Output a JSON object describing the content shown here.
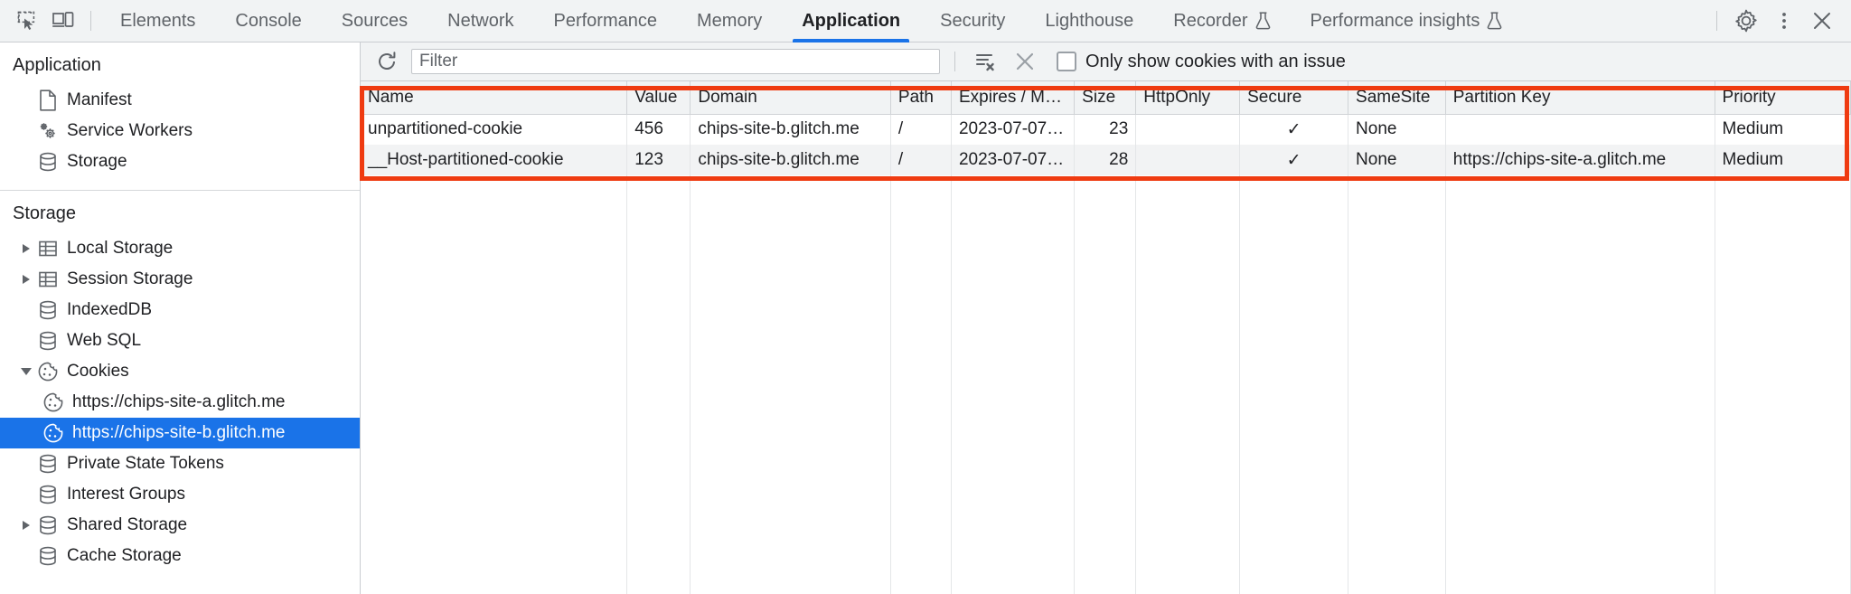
{
  "toolbar": {
    "inspect_icon": "inspect-element-icon",
    "device_icon": "device-toolbar-icon",
    "tabs": [
      {
        "label": "Elements",
        "active": false,
        "experimental": false
      },
      {
        "label": "Console",
        "active": false,
        "experimental": false
      },
      {
        "label": "Sources",
        "active": false,
        "experimental": false
      },
      {
        "label": "Network",
        "active": false,
        "experimental": false
      },
      {
        "label": "Performance",
        "active": false,
        "experimental": false
      },
      {
        "label": "Memory",
        "active": false,
        "experimental": false
      },
      {
        "label": "Application",
        "active": true,
        "experimental": false
      },
      {
        "label": "Security",
        "active": false,
        "experimental": false
      },
      {
        "label": "Lighthouse",
        "active": false,
        "experimental": false
      },
      {
        "label": "Recorder",
        "active": false,
        "experimental": true
      },
      {
        "label": "Performance insights",
        "active": false,
        "experimental": true
      }
    ],
    "settings_icon": "gear-icon",
    "more_icon": "kebab-menu-icon",
    "close_icon": "close-icon"
  },
  "sidebar": {
    "sections": [
      {
        "title": "Application",
        "items": [
          {
            "label": "Manifest",
            "icon": "manifest-document-icon",
            "indent": 2,
            "arrow": "none",
            "selected": false
          },
          {
            "label": "Service Workers",
            "icon": "service-workers-gears-icon",
            "indent": 2,
            "arrow": "none",
            "selected": false
          },
          {
            "label": "Storage",
            "icon": "database-icon",
            "indent": 2,
            "arrow": "none",
            "selected": false
          }
        ]
      },
      {
        "title": "Storage",
        "items": [
          {
            "label": "Local Storage",
            "icon": "table-icon",
            "indent": 2,
            "arrow": "collapsed",
            "selected": false
          },
          {
            "label": "Session Storage",
            "icon": "table-icon",
            "indent": 2,
            "arrow": "collapsed",
            "selected": false
          },
          {
            "label": "IndexedDB",
            "icon": "database-icon",
            "indent": 2,
            "arrow": "none",
            "selected": false
          },
          {
            "label": "Web SQL",
            "icon": "database-icon",
            "indent": 2,
            "arrow": "none",
            "selected": false
          },
          {
            "label": "Cookies",
            "icon": "cookie-icon",
            "indent": 2,
            "arrow": "expanded",
            "selected": false
          },
          {
            "label": "https://chips-site-a.glitch.me",
            "icon": "cookie-icon",
            "indent": 3,
            "arrow": "none",
            "selected": false
          },
          {
            "label": "https://chips-site-b.glitch.me",
            "icon": "cookie-icon",
            "indent": 3,
            "arrow": "none",
            "selected": true
          },
          {
            "label": "Private State Tokens",
            "icon": "database-icon",
            "indent": 2,
            "arrow": "none",
            "selected": false
          },
          {
            "label": "Interest Groups",
            "icon": "database-icon",
            "indent": 2,
            "arrow": "none",
            "selected": false
          },
          {
            "label": "Shared Storage",
            "icon": "database-icon",
            "indent": 2,
            "arrow": "collapsed",
            "selected": false
          },
          {
            "label": "Cache Storage",
            "icon": "database-icon",
            "indent": 2,
            "arrow": "none",
            "selected": false
          }
        ]
      }
    ]
  },
  "filterbar": {
    "refresh_icon": "refresh-icon",
    "filter_placeholder": "Filter",
    "filter_value": "",
    "clear_filtered_icon": "clear-filtered-cookies-icon",
    "clear_all_icon": "clear-all-cookies-icon",
    "issue_checkbox_label": "Only show cookies with an issue",
    "issue_checkbox_checked": false
  },
  "cookies_table": {
    "columns": [
      "Name",
      "Value",
      "Domain",
      "Path",
      "Expires / M…",
      "Size",
      "HttpOnly",
      "Secure",
      "SameSite",
      "Partition Key",
      "Priority"
    ],
    "rows": [
      {
        "Name": "unpartitioned-cookie",
        "Value": "456",
        "Domain": "chips-site-b.glitch.me",
        "Path": "/",
        "Expires": "2023-07-07…",
        "Size": "23",
        "HttpOnly": "",
        "Secure": "✓",
        "SameSite": "None",
        "PartitionKey": "",
        "Priority": "Medium"
      },
      {
        "Name": "__Host-partitioned-cookie",
        "Value": "123",
        "Domain": "chips-site-b.glitch.me",
        "Path": "/",
        "Expires": "2023-07-07…",
        "Size": "28",
        "HttpOnly": "",
        "Secure": "✓",
        "SameSite": "None",
        "PartitionKey": "https://chips-site-a.glitch.me",
        "Priority": "Medium"
      }
    ]
  },
  "annotation": {
    "highlight_color": "#ef3b11",
    "shape": "rectangle-outline"
  },
  "colors": {
    "accent": "#1a73e8",
    "toolbar_bg": "#f1f3f4",
    "selected_row": "#1a73e8",
    "text": "#202124"
  }
}
